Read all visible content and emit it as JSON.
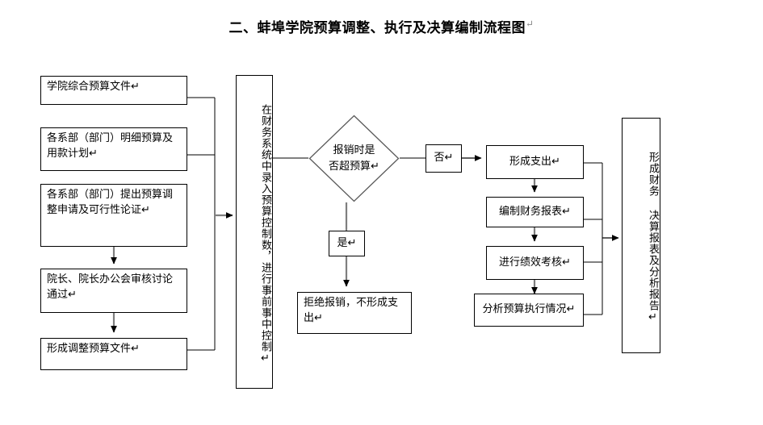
{
  "document": {
    "title": "二、蚌埠学院预算调整、执行及决算编制流程图",
    "title_mark": "↵"
  },
  "flowchart": {
    "type": "process-flow-diagram",
    "line_color": "#000000",
    "arrow_color": "#7f7f7f",
    "background": "#ffffff",
    "left_column": [
      {
        "id": "n1",
        "label": "学院综合预算文件↵"
      },
      {
        "id": "n2",
        "label": "各系部（部门）明细预算及用款计划↵"
      },
      {
        "id": "n3",
        "label": "各系部（部门）提出预算调整申请及可行性论证↵"
      },
      {
        "id": "n4",
        "label": "院长、院长办公会审核讨论通过↵"
      },
      {
        "id": "n5",
        "label": "形成调整预算文件↵"
      }
    ],
    "system_box": {
      "id": "n6",
      "label": "在财务系统中录入预算控制数，进行事前事中控制↵",
      "orientation": "vertical"
    },
    "decision": {
      "id": "d1",
      "label": "报销时是\n否超预算↵",
      "shape": "diamond",
      "branch_no": "否↵",
      "branch_yes": "是↵"
    },
    "reject_box": {
      "id": "n7",
      "label": "拒绝报销，不形成支出↵"
    },
    "right_column": [
      {
        "id": "n8",
        "label": "形成支出↵"
      },
      {
        "id": "n9",
        "label": "编制财务报表↵"
      },
      {
        "id": "n10",
        "label": "进行绩效考核↵"
      },
      {
        "id": "n11",
        "label": "分析预算执行情况↵"
      }
    ],
    "final_box": {
      "id": "n12",
      "label": "形成财务 决算报表及分析报告↵",
      "orientation": "vertical"
    }
  }
}
